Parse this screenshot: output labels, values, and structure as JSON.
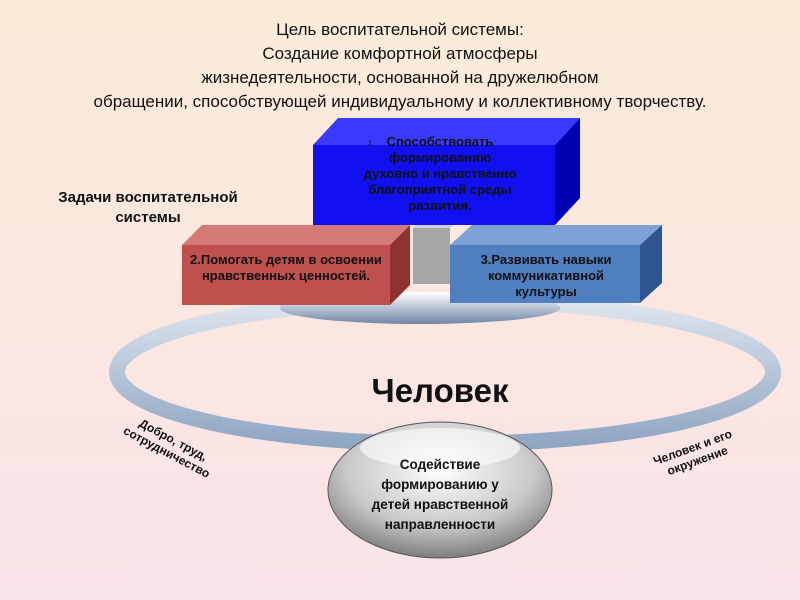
{
  "title": {
    "lines": [
      "Цель воспитательной системы:",
      "Создание комфортной  атмосферы",
      "жизнедеятельности, основанной на дружелюбном",
      "обращении, способствующей индивидуальному и коллективному творчеству."
    ]
  },
  "tasks_label": {
    "line1": "Задачи воспитательной",
    "line2": "системы"
  },
  "boxes": [
    {
      "number": "1.",
      "text": "Способствовать формированию духовно и нравственно благоприятной среды развития."
    },
    {
      "text": "2.Помогать  детям в освоении нравственных ценностей."
    },
    {
      "text": "3.Развивать навыки коммуникативной культуры"
    }
  ],
  "center_label": "Человек",
  "left_label": {
    "line1": "Добро, труд,",
    "line2": "сотрудничество"
  },
  "right_label": {
    "line1": "Человек и его",
    "line2": "окружение"
  },
  "sphere_text": {
    "line1": "Содействие",
    "line2": "формированию у",
    "line3": "детей нравственной",
    "line4": "направленности"
  },
  "colors": {
    "blue_box": "#1010f0",
    "red_box": "#c0504d",
    "steel_box": "#4f7fc0",
    "gray_box": "#a6a6a6"
  }
}
